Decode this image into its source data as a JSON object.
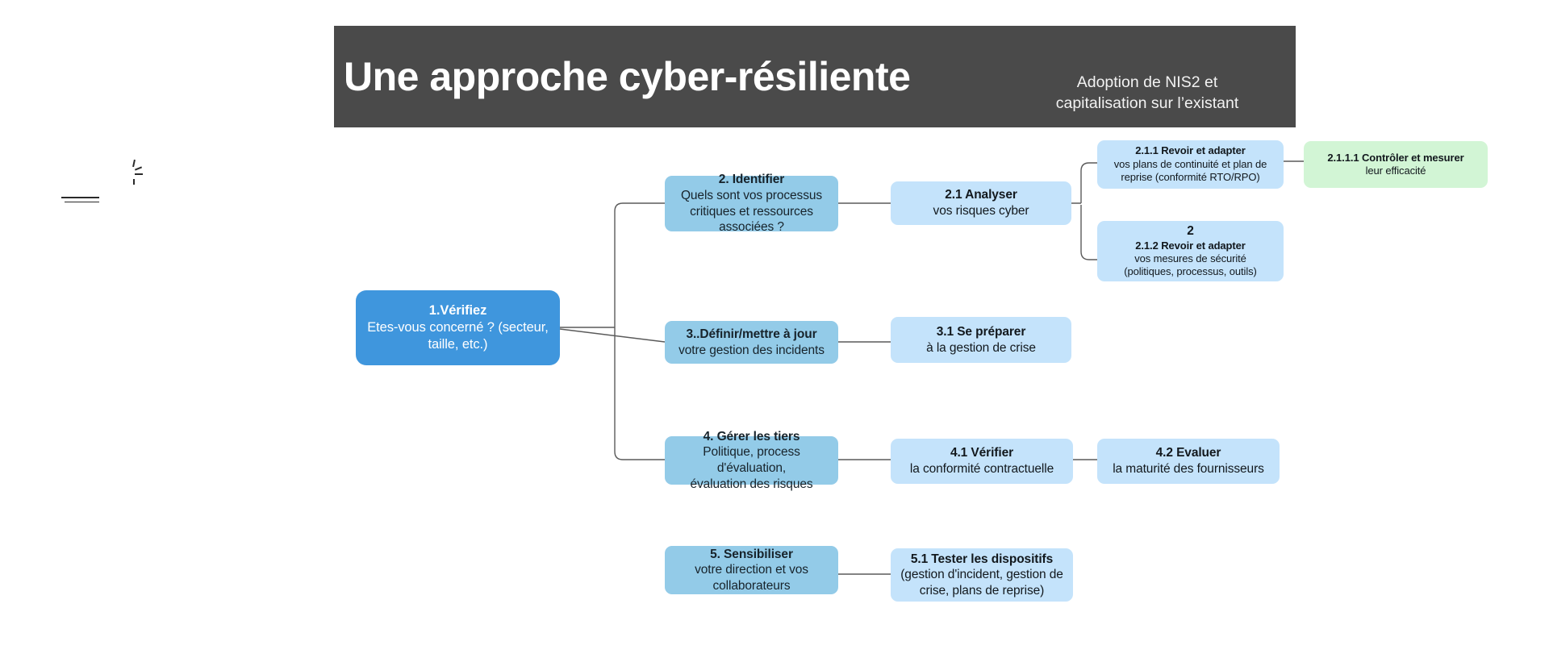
{
  "header": {
    "title": "Une approche cyber-résiliente",
    "subtitle_line1": "Adoption de NIS2 et",
    "subtitle_line2": "capitalisation sur l’existant",
    "bg_color": "#4a4a4a",
    "title_color": "#ffffff"
  },
  "colors": {
    "root_blue": "#3f96dd",
    "mid_blue": "#93cbe8",
    "light_blue": "#c4e3fb",
    "green": "#d2f5d5",
    "connector": "#5a5a5a"
  },
  "nodes": {
    "root": {
      "title": "1.Vérifiez",
      "sub_line1": "Etes-vous concerné ? (secteur,",
      "sub_line2": "taille, etc.)"
    },
    "n2": {
      "title": "2. Identifier",
      "sub_line1": "Quels sont vos processus",
      "sub_line2": "critiques et ressources",
      "sub_line3": "associées ?"
    },
    "n21": {
      "title": "2.1 Analyser",
      "sub_line1": "vos risques cyber"
    },
    "n211": {
      "title": "2.1.1 Revoir et adapter",
      "sub_line1": "vos plans de continuité et plan de",
      "sub_line2": "reprise (conformité RTO/RPO)"
    },
    "n2111": {
      "title": "2.1.1.1 Contrôler et mesurer",
      "sub_line1": "leur efficacité"
    },
    "n212": {
      "prefix": "2",
      "title": "2.1.2 Revoir et adapter",
      "sub_line1": "vos mesures de sécurité",
      "sub_line2": "(politiques, processus, outils)"
    },
    "n3": {
      "title": "3..Définir/mettre à jour",
      "sub_line1": "votre gestion des incidents"
    },
    "n31": {
      "title": "3.1 Se préparer",
      "sub_line1": "à la gestion de crise"
    },
    "n4": {
      "title": "4. Gérer les tiers",
      "sub_line1": "Politique, process d'évaluation,",
      "sub_line2": "évaluation des risques"
    },
    "n41": {
      "title": "4.1 Vérifier",
      "sub_line1": "la conformité contractuelle"
    },
    "n42": {
      "title": "4.2 Evaluer",
      "sub_line1": "la maturité des fournisseurs"
    },
    "n5": {
      "title": "5. Sensibiliser",
      "sub_line1": "votre direction et vos",
      "sub_line2": "collaborateurs"
    },
    "n51": {
      "title": "5.1 Tester les dispositifs",
      "sub_line1": "(gestion d'incident, gestion de",
      "sub_line2": "crise, plans de reprise)"
    }
  }
}
